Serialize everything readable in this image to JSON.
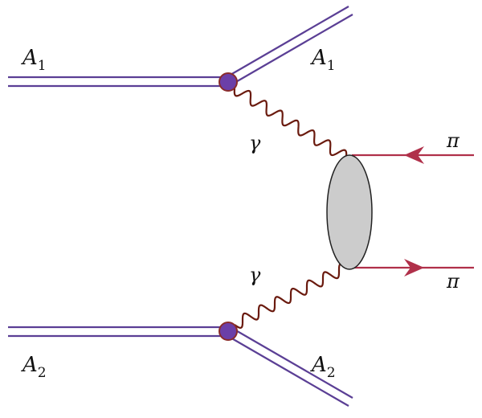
{
  "labels": {
    "nucleus_1_in": {
      "base": "A",
      "sub": "1"
    },
    "nucleus_1_out": {
      "base": "A",
      "sub": "1"
    },
    "nucleus_2_in": {
      "base": "A",
      "sub": "2"
    },
    "nucleus_2_out": {
      "base": "A",
      "sub": "2"
    },
    "photon_upper": "γ",
    "photon_lower": "γ",
    "pion_upper": "π",
    "pion_lower": "π"
  },
  "colors": {
    "nucleus_line": "#5b3f95",
    "vertex_fill": "#6b3fa8",
    "vertex_stroke": "#8a2b2b",
    "photon": "#6a1a0e",
    "pion": "#b0304a",
    "blob_fill": "#cccccc",
    "blob_stroke": "#222222"
  }
}
